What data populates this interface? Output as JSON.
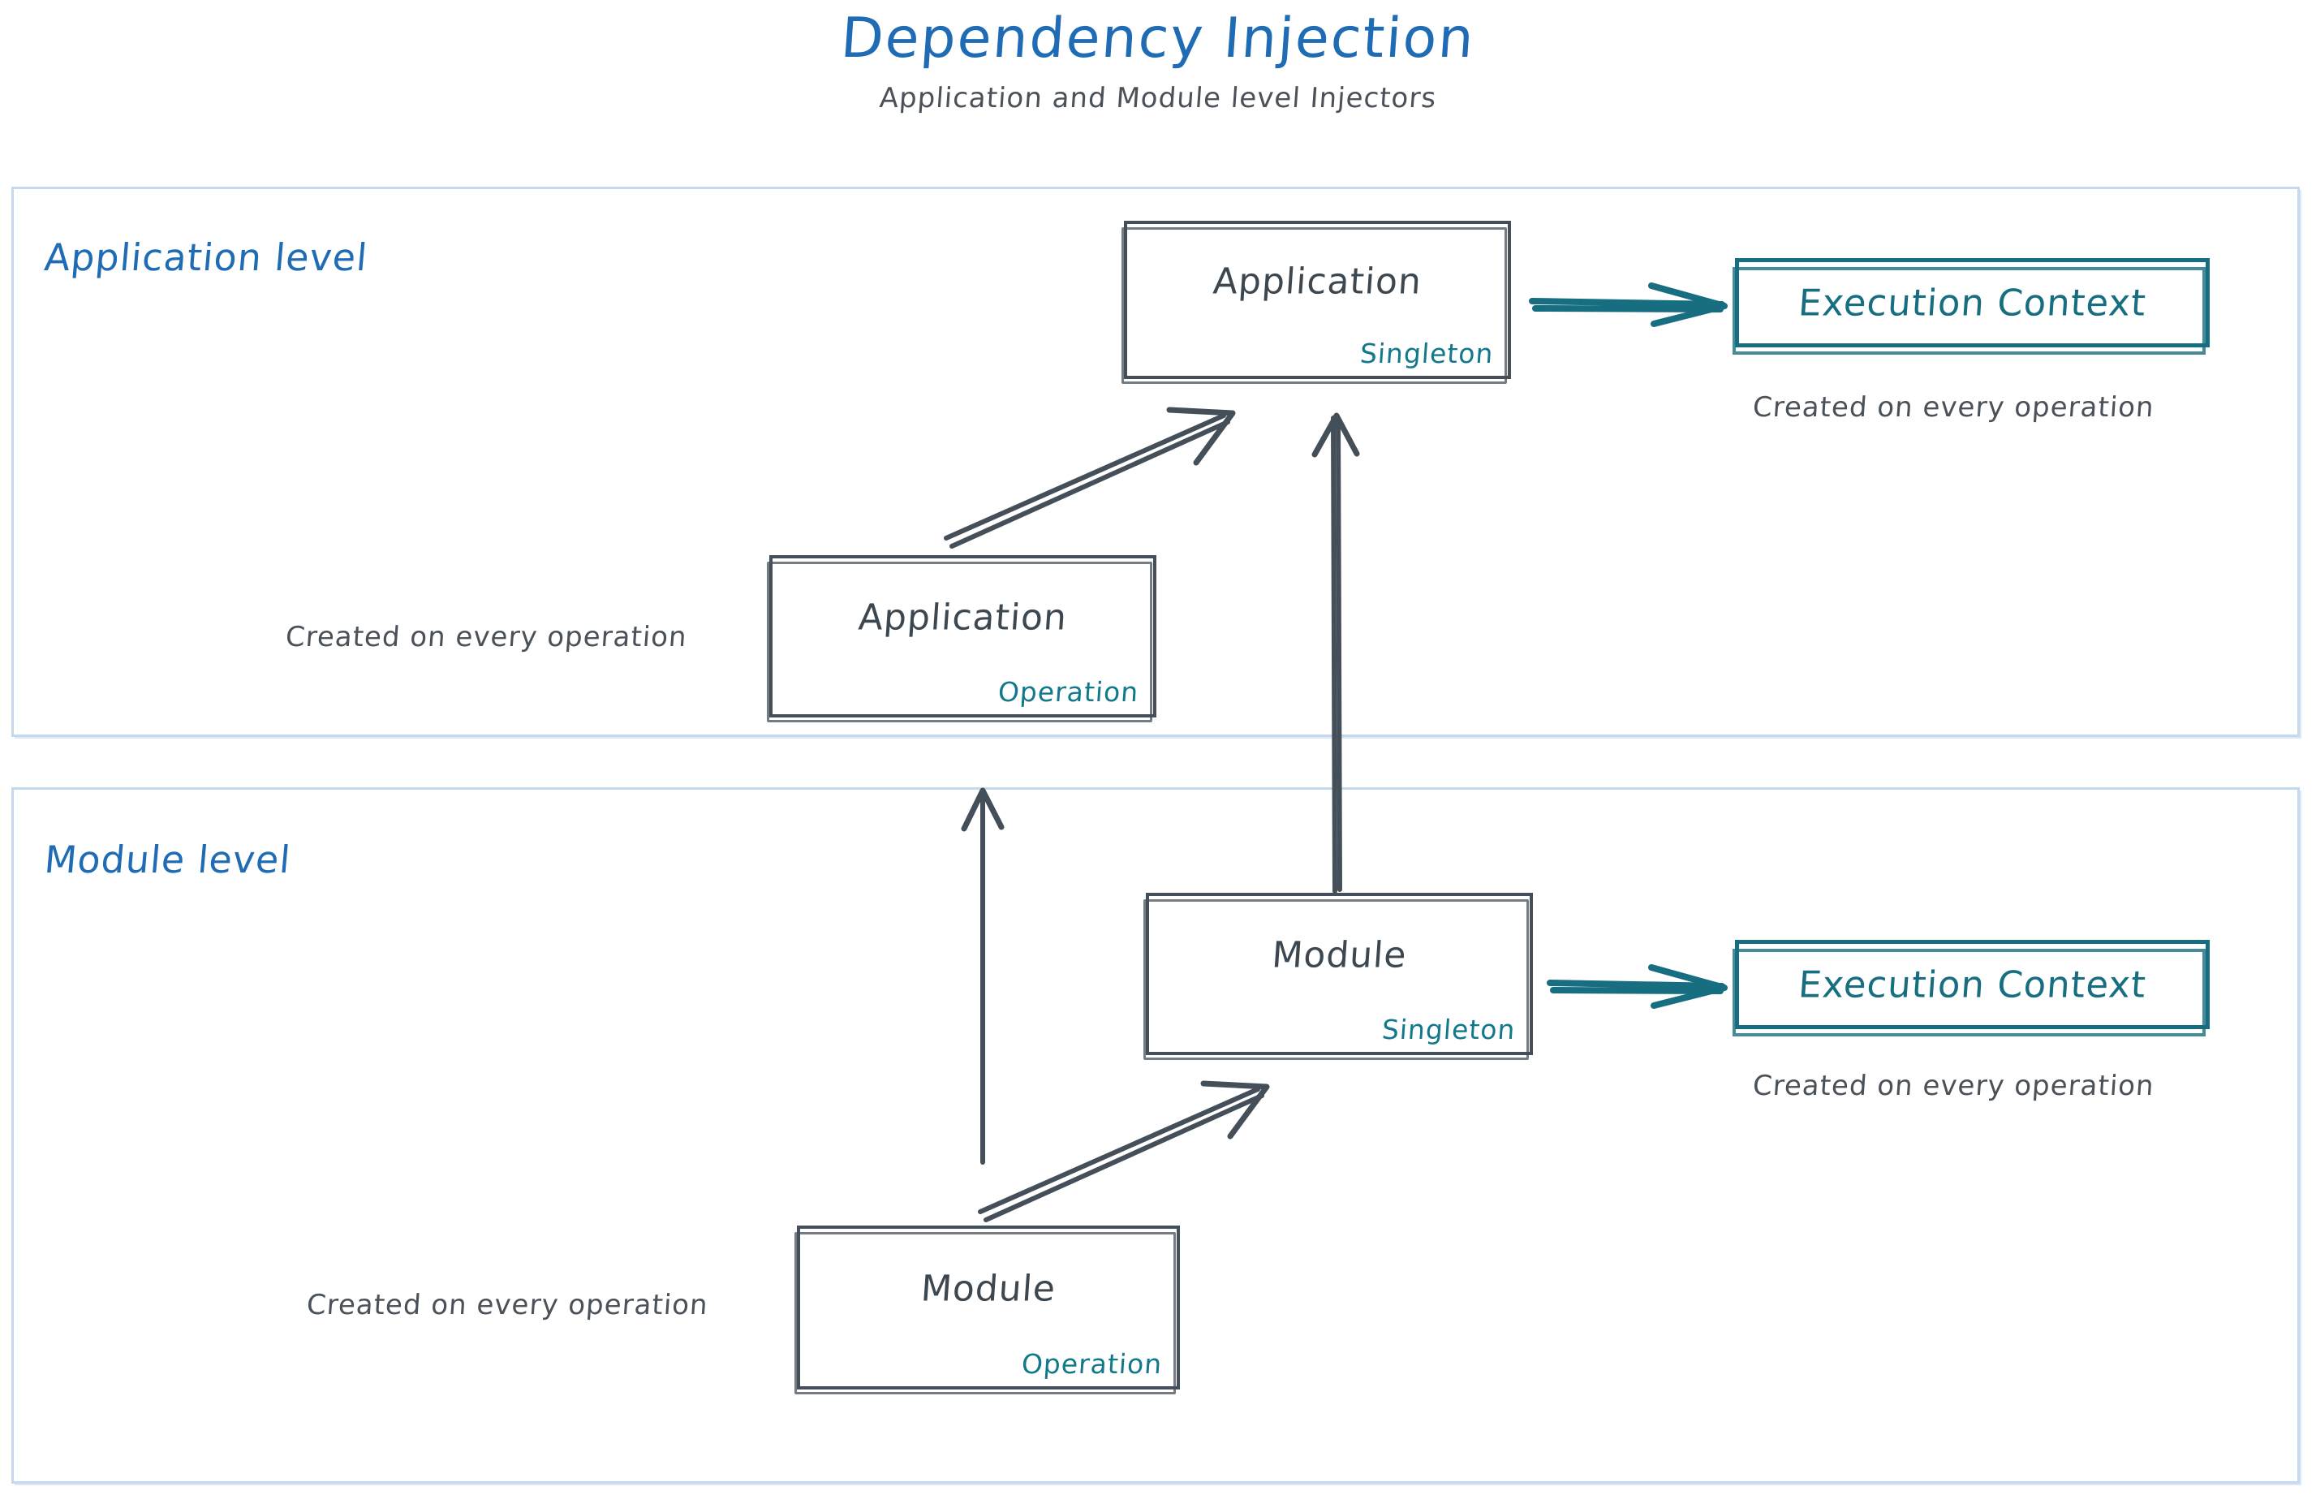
{
  "title": "Dependency Injection",
  "subtitle": "Application and Module level Injectors",
  "colors": {
    "title_blue": "#1f6cb5",
    "ink_dark": "#454f59",
    "teal": "#176e81",
    "container_border": "#c5d9ee"
  },
  "levels": [
    {
      "id": "application",
      "label": "Application level"
    },
    {
      "id": "module",
      "label": "Module level"
    }
  ],
  "nodes": {
    "application_singleton": {
      "title": "Application",
      "scope": "Singleton"
    },
    "application_operation": {
      "title": "Application",
      "scope": "Operation"
    },
    "module_singleton": {
      "title": "Module",
      "scope": "Singleton"
    },
    "module_operation": {
      "title": "Module",
      "scope": "Operation"
    },
    "exec_context_app": {
      "label": "Execution Context"
    },
    "exec_context_module": {
      "label": "Execution Context"
    }
  },
  "captions": {
    "app_exec": "Created on every operation",
    "app_operation": "Created on every operation",
    "module_exec": "Created on every operation",
    "module_operation": "Created on every operation"
  },
  "edges": [
    {
      "from": "application_singleton",
      "to": "exec_context_app",
      "style": "teal-arrow"
    },
    {
      "from": "application_operation",
      "to": "application_singleton",
      "style": "dark-double-arrow"
    },
    {
      "from": "module_singleton",
      "to": "application_singleton",
      "style": "dark-arrow"
    },
    {
      "from": "module_singleton",
      "to": "exec_context_module",
      "style": "teal-arrow"
    },
    {
      "from": "module_operation",
      "to": "module_singleton",
      "style": "dark-double-arrow"
    },
    {
      "from": "module_operation",
      "to": "application_operation",
      "style": "dark-arrow"
    }
  ]
}
